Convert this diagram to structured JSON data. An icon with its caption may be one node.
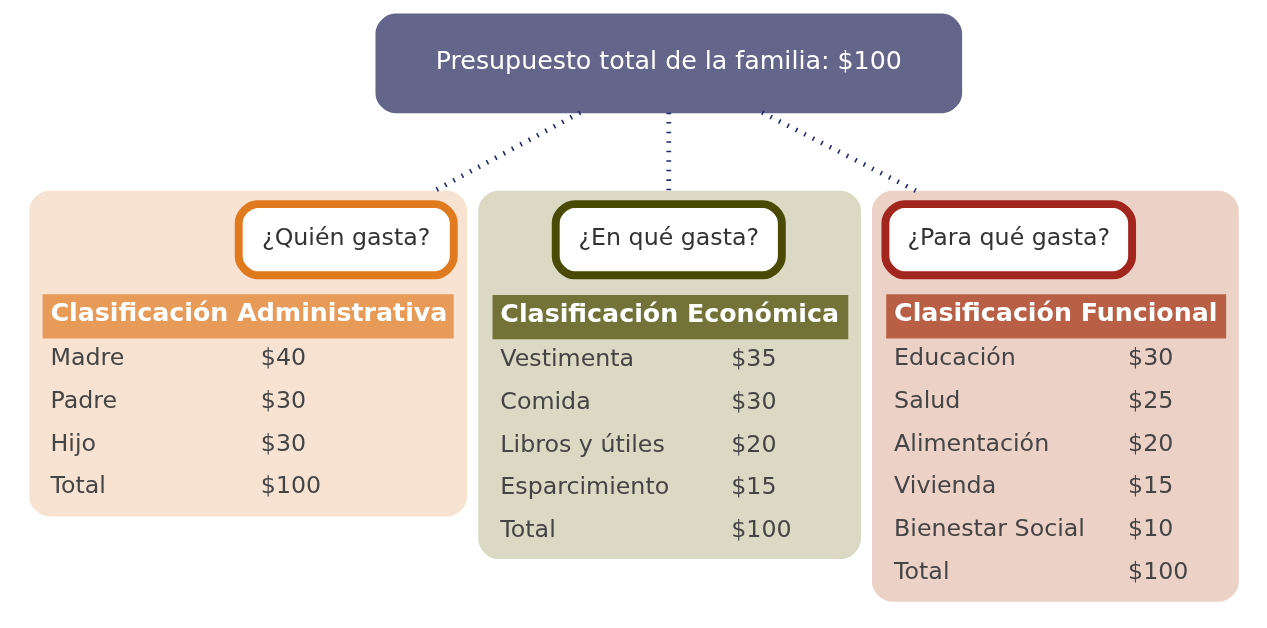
{
  "diagram": {
    "nodes": [
      {
        "text": [
          "Presupuesto total de la familia: $100"
        ]
      },
      {
        "text": [
          "Clasificación Administrativa",
          "Madre",
          "$40",
          "Padre",
          "$30",
          "Hijo",
          "$30",
          "Total",
          "$100"
        ]
      },
      {
        "text": [
          "¿Quién gasta?"
        ],
        "in": 1
      },
      {
        "text": [
          "Clasificación Económica",
          "Vestimenta",
          "$35",
          "Comida",
          "$30",
          "Libros y útiles",
          "$20",
          "Esparcimiento",
          "$15",
          "Total",
          "$100"
        ]
      },
      {
        "text": [
          "¿En qué gasta?"
        ],
        "in": 3
      },
      {
        "text": [
          "Clasificación Funcional",
          "Educación",
          "$30",
          "Salud",
          "$25",
          "Alimentación",
          "$20",
          "Vivienda",
          "$15",
          "Bienestar Social",
          "$10",
          "Total",
          "$100"
        ]
      },
      {
        "text": [
          "¿Para qué gasta?"
        ],
        "in": 5
      }
    ],
    "edges": [
      {
        "from": 0,
        "to": 1,
        "arrow": "none",
        "style": "dashed"
      },
      {
        "from": 0,
        "to": 3,
        "arrow": "none",
        "style": "dashed"
      },
      {
        "from": 0,
        "to": 5,
        "arrow": "none",
        "style": "dashed"
      }
    ]
  }
}
